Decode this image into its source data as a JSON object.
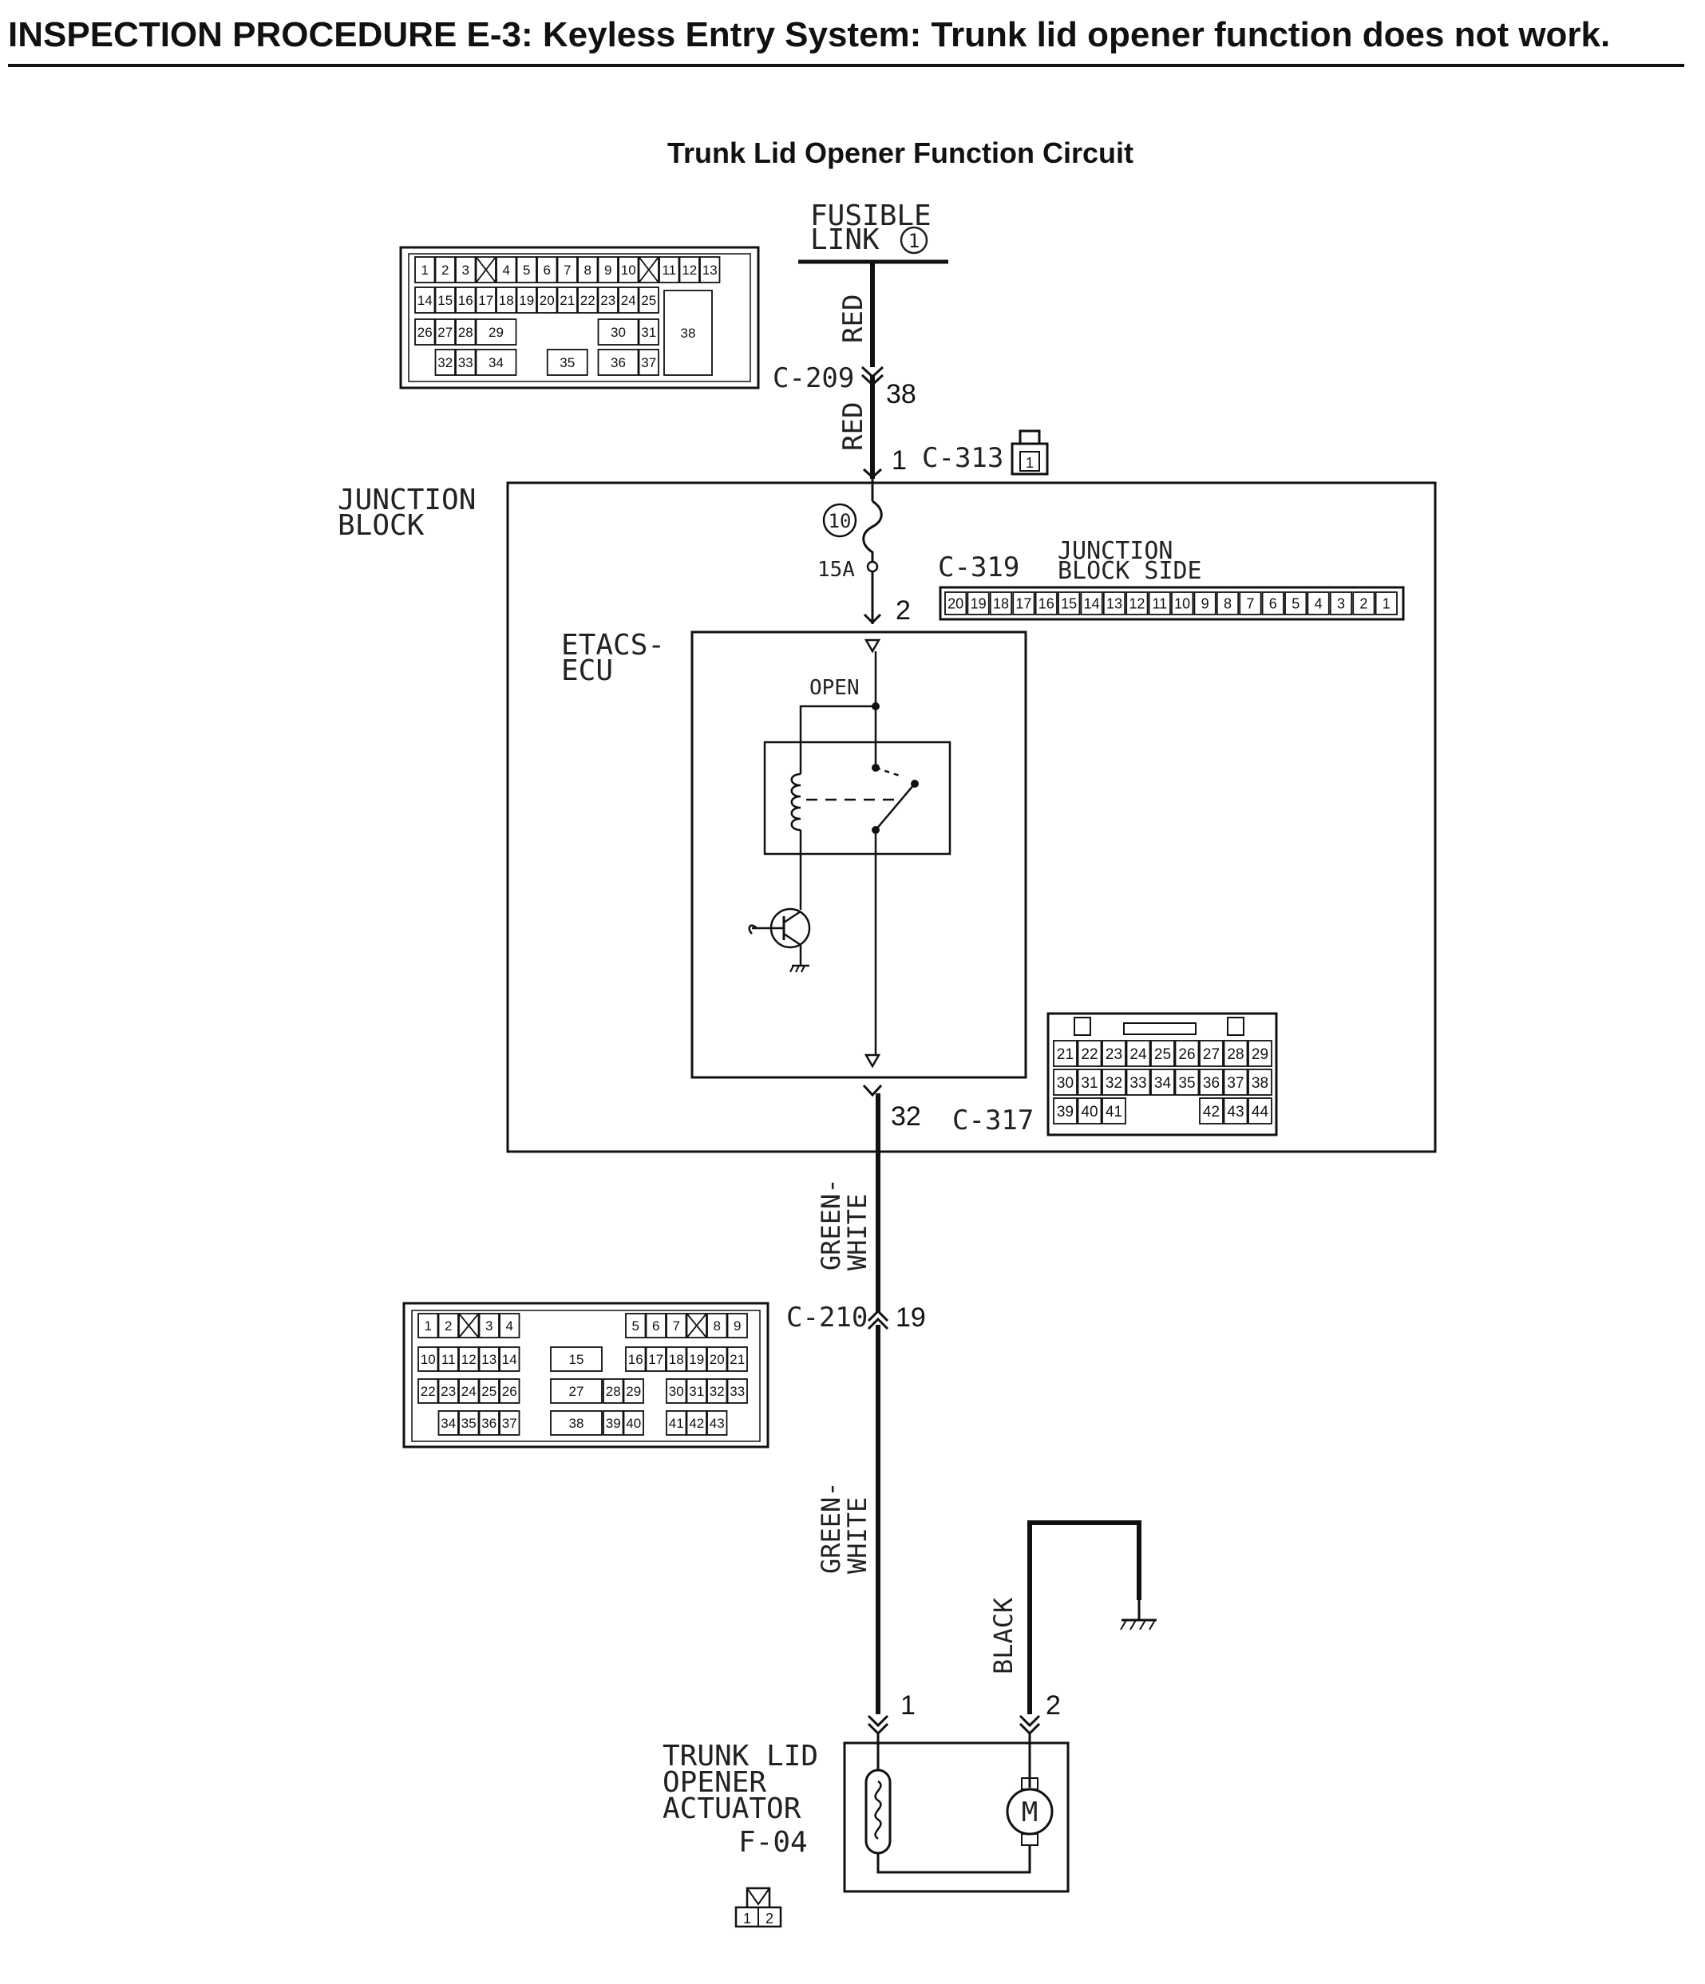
{
  "page": {
    "title": "INSPECTION PROCEDURE E-3: Keyless Entry System: Trunk lid opener function does not work."
  },
  "diagram": {
    "title": "Trunk Lid Opener Function Circuit",
    "fusible_link": {
      "line1": "FUSIBLE",
      "line2": "LINK",
      "number": "1"
    },
    "wires": {
      "red_top": "RED",
      "red_bottom": "RED",
      "gw_top": "GREEN-",
      "gw_top2": "WHITE",
      "gw_bot": "GREEN-",
      "gw_bot2": "WHITE",
      "black": "BLACK"
    },
    "connectors": {
      "c209": {
        "id": "C-209",
        "pin": "38"
      },
      "c313": {
        "id": "C-313",
        "pin": "1",
        "icon_pin": "1"
      },
      "c319": {
        "id": "C-319",
        "pin": "2",
        "side1": "JUNCTION",
        "side2": "BLOCK SIDE",
        "pins": [
          "20",
          "19",
          "18",
          "17",
          "16",
          "15",
          "14",
          "13",
          "12",
          "11",
          "10",
          "9",
          "8",
          "7",
          "6",
          "5",
          "4",
          "3",
          "2",
          "1"
        ]
      },
      "c317": {
        "id": "C-317",
        "pin": "32",
        "row1": [
          "21",
          "22",
          "23",
          "24",
          "25",
          "26",
          "27",
          "28",
          "29"
        ],
        "row2": [
          "30",
          "31",
          "32",
          "33",
          "34",
          "35",
          "36",
          "37",
          "38"
        ],
        "row3": [
          "39",
          "40",
          "41",
          "",
          "",
          "",
          "42",
          "43",
          "44"
        ]
      },
      "c210": {
        "id": "C-210",
        "pin": "19"
      },
      "f04": {
        "pin1": "1",
        "pin2": "2",
        "icon_pins": [
          "1",
          "2"
        ]
      }
    },
    "c209_grid": {
      "row1": [
        "1",
        "2",
        "3",
        "",
        "4",
        "5",
        "6",
        "7",
        "8",
        "9",
        "10",
        "",
        "11",
        "12",
        "13"
      ],
      "row2": [
        "14",
        "15",
        "16",
        "17",
        "18",
        "19",
        "20",
        "21",
        "22",
        "23",
        "24",
        "25"
      ],
      "row3": [
        "26",
        "27",
        "28",
        "29",
        "30",
        "31",
        "38"
      ],
      "row4": [
        "32",
        "33",
        "34",
        "35",
        "36",
        "37"
      ]
    },
    "c210_grid": {
      "row1": [
        "1",
        "2",
        "",
        "3",
        "4",
        "5",
        "6",
        "7",
        "",
        "8",
        "9"
      ],
      "row2": [
        "10",
        "11",
        "12",
        "13",
        "14",
        "15",
        "16",
        "17",
        "18",
        "19",
        "20",
        "21"
      ],
      "row3": [
        "22",
        "23",
        "24",
        "25",
        "26",
        "27",
        "28",
        "29",
        "30",
        "31",
        "32",
        "33"
      ],
      "row4": [
        "34",
        "35",
        "36",
        "37",
        "38",
        "39",
        "40",
        "41",
        "42",
        "43"
      ]
    },
    "junction_block": {
      "line1": "JUNCTION",
      "line2": "BLOCK"
    },
    "fuse": {
      "number": "10",
      "rating": "15A"
    },
    "ecu": {
      "line1": "ETACS-",
      "line2": "ECU",
      "relay_label": "OPEN"
    },
    "actuator": {
      "line1": "TRUNK LID",
      "line2": "OPENER",
      "line3": "ACTUATOR",
      "id": "F-04",
      "motor": "M"
    }
  }
}
